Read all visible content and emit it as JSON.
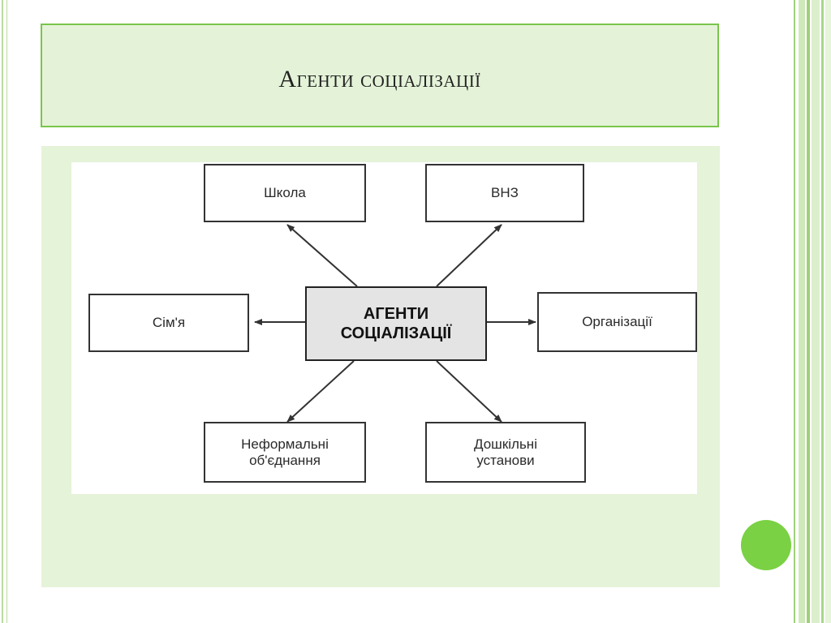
{
  "slide": {
    "title": "Агенти соціалізації"
  },
  "diagram": {
    "center": "АГЕНТИ\nСОЦІАЛІЗАЦІЇ",
    "nodes": {
      "school": "Школа",
      "university": "ВНЗ",
      "family": "Сім'я",
      "organizations": "Організації",
      "informal": "Неформальні\nоб'єднання",
      "preschool": "Дошкільні\nустанови"
    }
  },
  "colors": {
    "accent_green": "#7ad143",
    "title_border": "#79c64a",
    "panel_fill": "#e5f3d8"
  }
}
